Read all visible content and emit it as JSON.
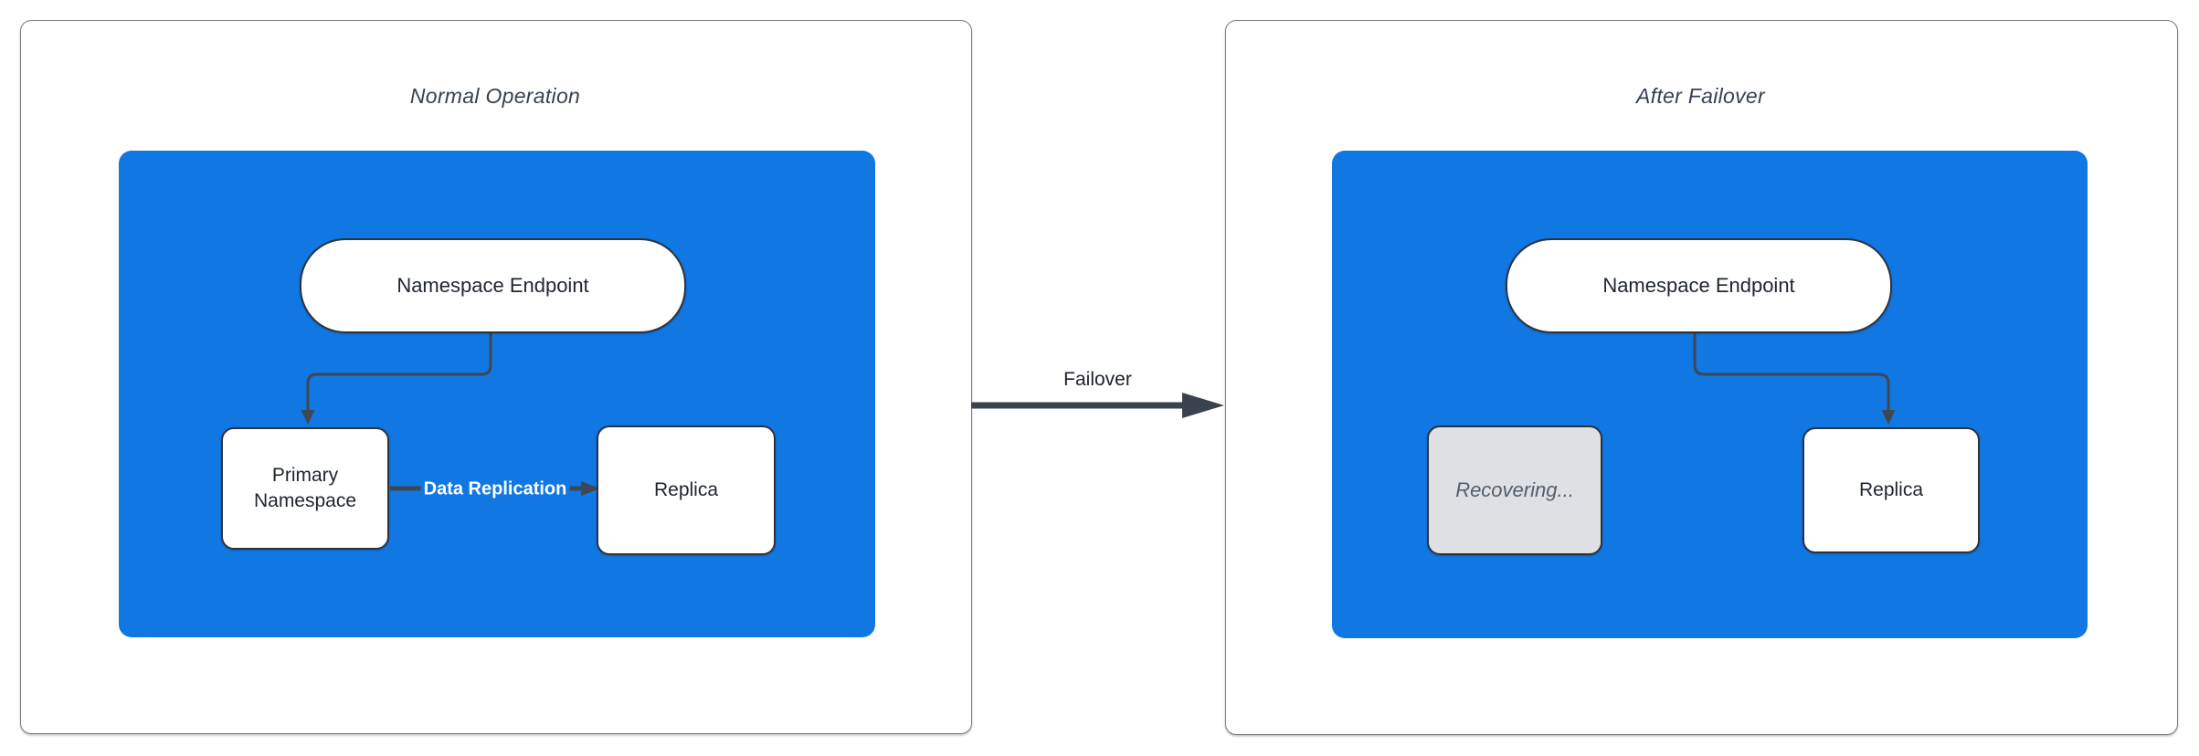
{
  "colors": {
    "blue": "#1177E3",
    "stroke": "#3F4753",
    "node_border": "#2D333D",
    "panel_border": "#7E7E7E",
    "title_text": "#374151",
    "node_text": "#1F2530",
    "recovering_fill": "#DEE0E3",
    "recovering_text": "#545E6B",
    "replication_label": "#FFFFFF"
  },
  "panels": {
    "normal": {
      "title": "Normal Operation",
      "endpoint": "Namespace Endpoint",
      "primary": "Primary Namespace",
      "replica": "Replica",
      "replication_label": "Data Replication"
    },
    "failover": {
      "title": "After Failover",
      "endpoint": "Namespace Endpoint",
      "recovering": "Recovering...",
      "replica": "Replica"
    }
  },
  "transition": {
    "label": "Failover"
  }
}
